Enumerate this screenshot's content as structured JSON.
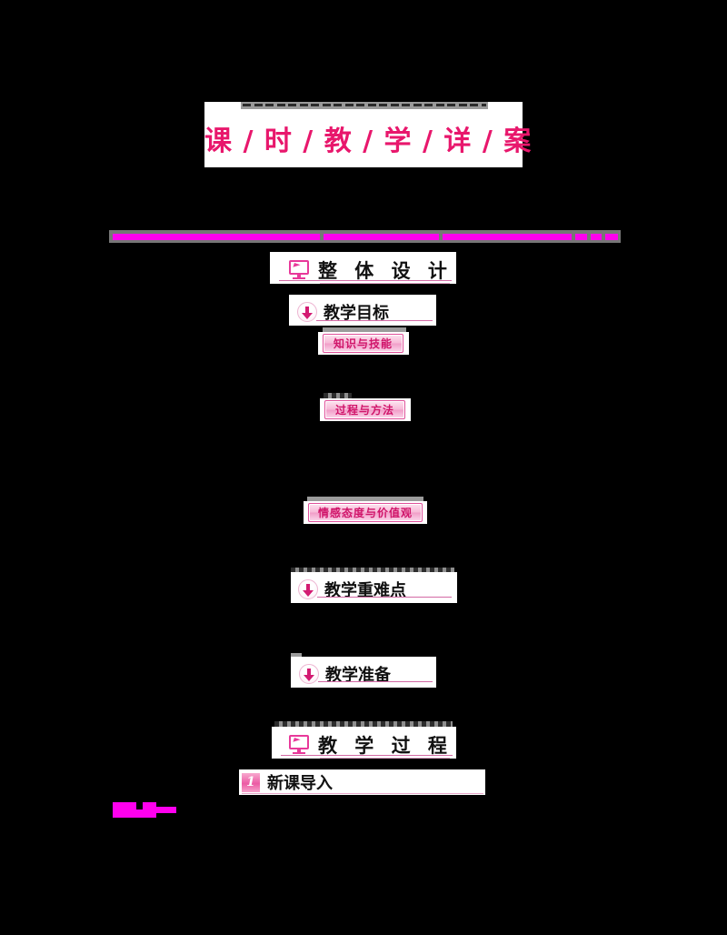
{
  "document": {
    "background_color": "#000000",
    "page_color": "#ffffff",
    "accent_color": "#e8176c",
    "accent_secondary": "#d36aa5",
    "highlight_color": "#ff00ee"
  },
  "title_banner": {
    "title": "课 / 时 / 教 / 学 / 详 / 案",
    "occluded_line_above": ""
  },
  "highlight_bar": {
    "text": "",
    "note": "magenta highlighted body paragraph, illegible"
  },
  "sections": [
    {
      "id": "overall-design",
      "icon": "monitor-icon",
      "title": "整 体 设 计",
      "style": "major"
    },
    {
      "id": "teaching-objectives",
      "icon": "circle-down-arrow-icon",
      "title": "教学目标",
      "style": "minor"
    },
    {
      "id": "teaching-key-points",
      "icon": "circle-down-arrow-icon",
      "title": "教学重难点",
      "style": "minor"
    },
    {
      "id": "teaching-preparation",
      "icon": "circle-down-arrow-icon",
      "title": "教学准备",
      "style": "minor"
    },
    {
      "id": "teaching-process",
      "icon": "monitor-icon",
      "title": "教 学 过 程",
      "style": "major"
    }
  ],
  "objective_pills": [
    {
      "id": "knowledge-skills",
      "label": "知识与技能"
    },
    {
      "id": "process-methods",
      "label": "过程与方法"
    },
    {
      "id": "attitudes-values",
      "label": "情感态度与价值观"
    }
  ],
  "process_steps": [
    {
      "number": "1",
      "label": "新课导入"
    }
  ],
  "fragment": {
    "note": "clipped magenta highlighted text fragment at bottom left"
  }
}
